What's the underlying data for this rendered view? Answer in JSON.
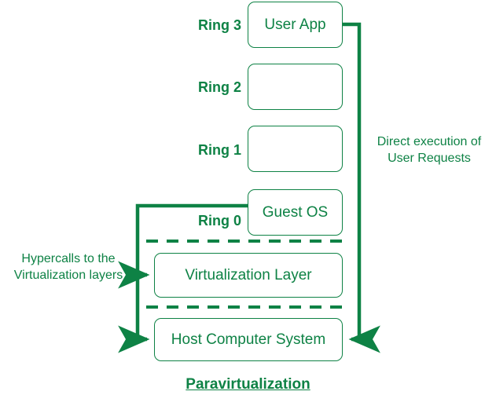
{
  "diagram": {
    "title": "Paravirtualization",
    "accent_color": "#0E8245",
    "background_color": "#FFFFFF",
    "rings": [
      {
        "label": "Ring 3",
        "box_text": "User App"
      },
      {
        "label": "Ring 2",
        "box_text": ""
      },
      {
        "label": "Ring 1",
        "box_text": ""
      },
      {
        "label": "Ring 0",
        "box_text": "Guest OS"
      }
    ],
    "layers": [
      {
        "text": "Virtualization Layer"
      },
      {
        "text": "Host Computer System"
      }
    ],
    "annotations": {
      "right": {
        "line1": "Direct execution of",
        "line2": "User Requests"
      },
      "left": {
        "line1": "Hypercalls to the",
        "line2": "Virtualization layers"
      }
    }
  }
}
